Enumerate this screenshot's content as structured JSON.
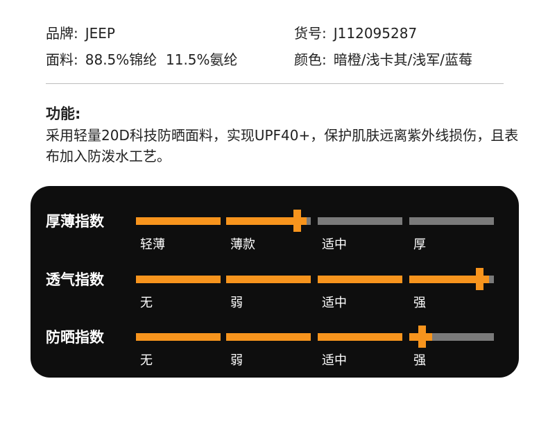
{
  "specs": {
    "brand": {
      "label": "品牌:",
      "value": "JEEP"
    },
    "item_no": {
      "label": "货号:",
      "value": "J112095287"
    },
    "fabric": {
      "label": "面料:",
      "value": "88.5%锦纶  11.5%氨纶"
    },
    "color": {
      "label": "颜色:",
      "value": "暗橙/浅卡其/浅军/蓝莓"
    }
  },
  "function": {
    "title": "功能:",
    "desc": "采用轻量20D科技防晒面料，实现UPF40+，保护肌肤远离紫外线损伤，且表布加入防泼水工艺。"
  },
  "indices": [
    {
      "title": "厚薄指数",
      "levels": [
        "轻薄",
        "薄款",
        "适中",
        "厚"
      ],
      "value_fraction": 0.45
    },
    {
      "title": "透气指数",
      "levels": [
        "无",
        "弱",
        "适中",
        "强"
      ],
      "value_fraction": 0.96
    },
    {
      "title": "防晒指数",
      "levels": [
        "无",
        "弱",
        "适中",
        "强"
      ],
      "value_fraction": 0.8
    }
  ],
  "colors": {
    "accent": "#f7941d",
    "inactive": "#7a7a7a",
    "panel": "#0e0e0e"
  }
}
